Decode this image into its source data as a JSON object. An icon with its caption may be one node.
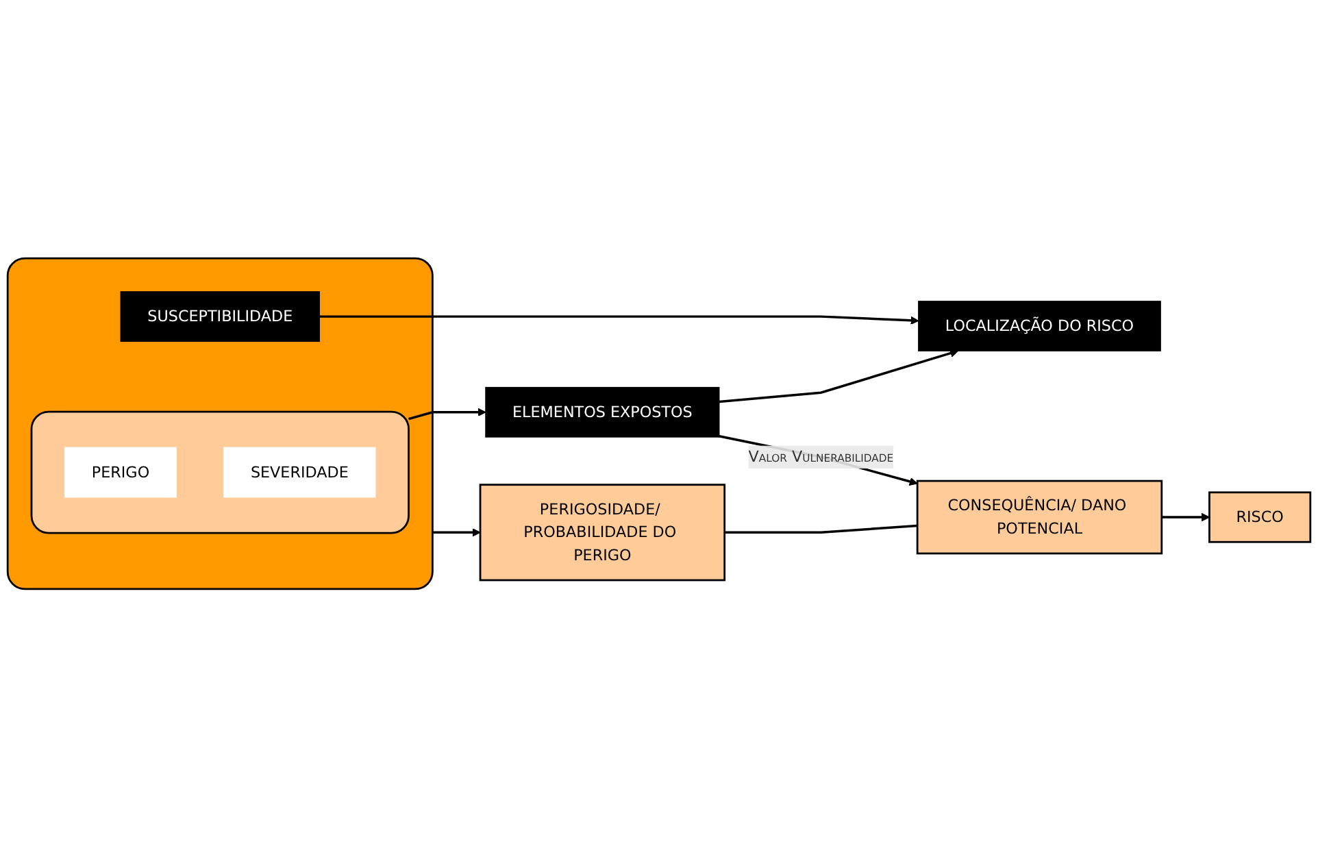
{
  "diagram": {
    "nodes": [
      {
        "text": [],
        "shape": "box"
      },
      {
        "text": [],
        "shape": "box",
        "in": 0
      },
      {
        "text": [
          "PERIGO"
        ],
        "in": 1
      },
      {
        "text": [
          "SEVERIDADE"
        ],
        "in": 1
      },
      {
        "text": [
          "SUSCEPTIBILIDADE"
        ],
        "in": 0
      },
      {
        "text": [
          "ELEMENTOS EXPOSTOS"
        ]
      },
      {
        "text": [
          "LOCALIZAÇÃO DO RISCO"
        ]
      },
      {
        "text": [
          "PERIGOSIDADE/ PROBABILIDADE DO PERIGO"
        ]
      },
      {
        "text": [
          "CONSEQUÊNCIA/ DANO POTENCIAL"
        ]
      },
      {
        "text": [
          "RISCO"
        ]
      }
    ],
    "edges": [
      {
        "from": 0,
        "to": 7,
        "arrow": "to"
      },
      {
        "from": 1,
        "to": 5,
        "arrow": "to"
      },
      {
        "from": 4,
        "to": 6,
        "arrow": "to"
      },
      {
        "from": 5,
        "to": 8,
        "arrow": "to",
        "label": "Valor Vulnerabilidade"
      },
      {
        "from": 5,
        "to": 6,
        "arrow": "to"
      },
      {
        "from": 7,
        "to": 8,
        "arrow": "none"
      },
      {
        "from": 8,
        "to": 9,
        "arrow": "to"
      }
    ]
  }
}
